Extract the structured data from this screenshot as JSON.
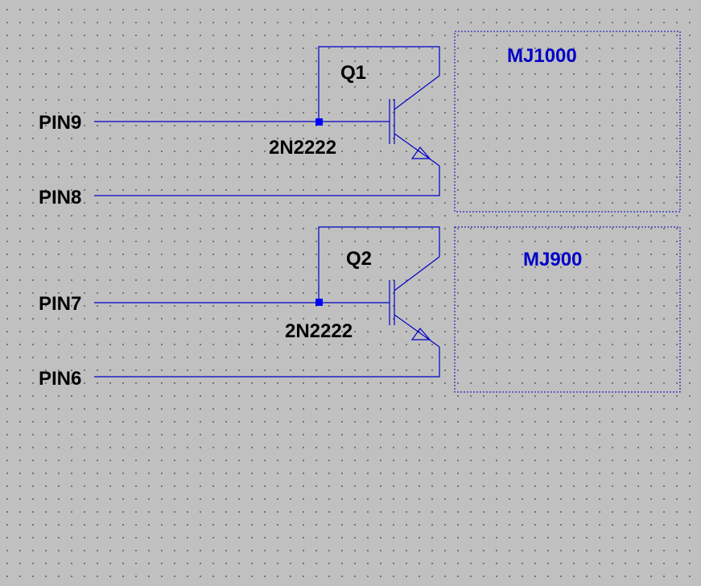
{
  "colors": {
    "background": "#c0c0c0",
    "wire": "#0000c8",
    "junction": "#0000ff",
    "text": "#000000",
    "comment": "#0000c8"
  },
  "pins": {
    "pin9": "PIN9",
    "pin8": "PIN8",
    "pin7": "PIN7",
    "pin6": "PIN6"
  },
  "transistors": [
    {
      "ref": "Q1",
      "model": "2N2222"
    },
    {
      "ref": "Q2",
      "model": "2N2222"
    }
  ],
  "comments": [
    {
      "text": "MJ1000"
    },
    {
      "text": "MJ900"
    }
  ]
}
